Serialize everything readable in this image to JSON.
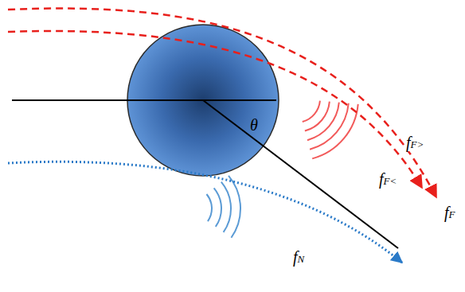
{
  "diagram": {
    "labels": [
      "θ",
      "fF>",
      "fF<",
      "fF",
      "fN"
    ]
  }
}
